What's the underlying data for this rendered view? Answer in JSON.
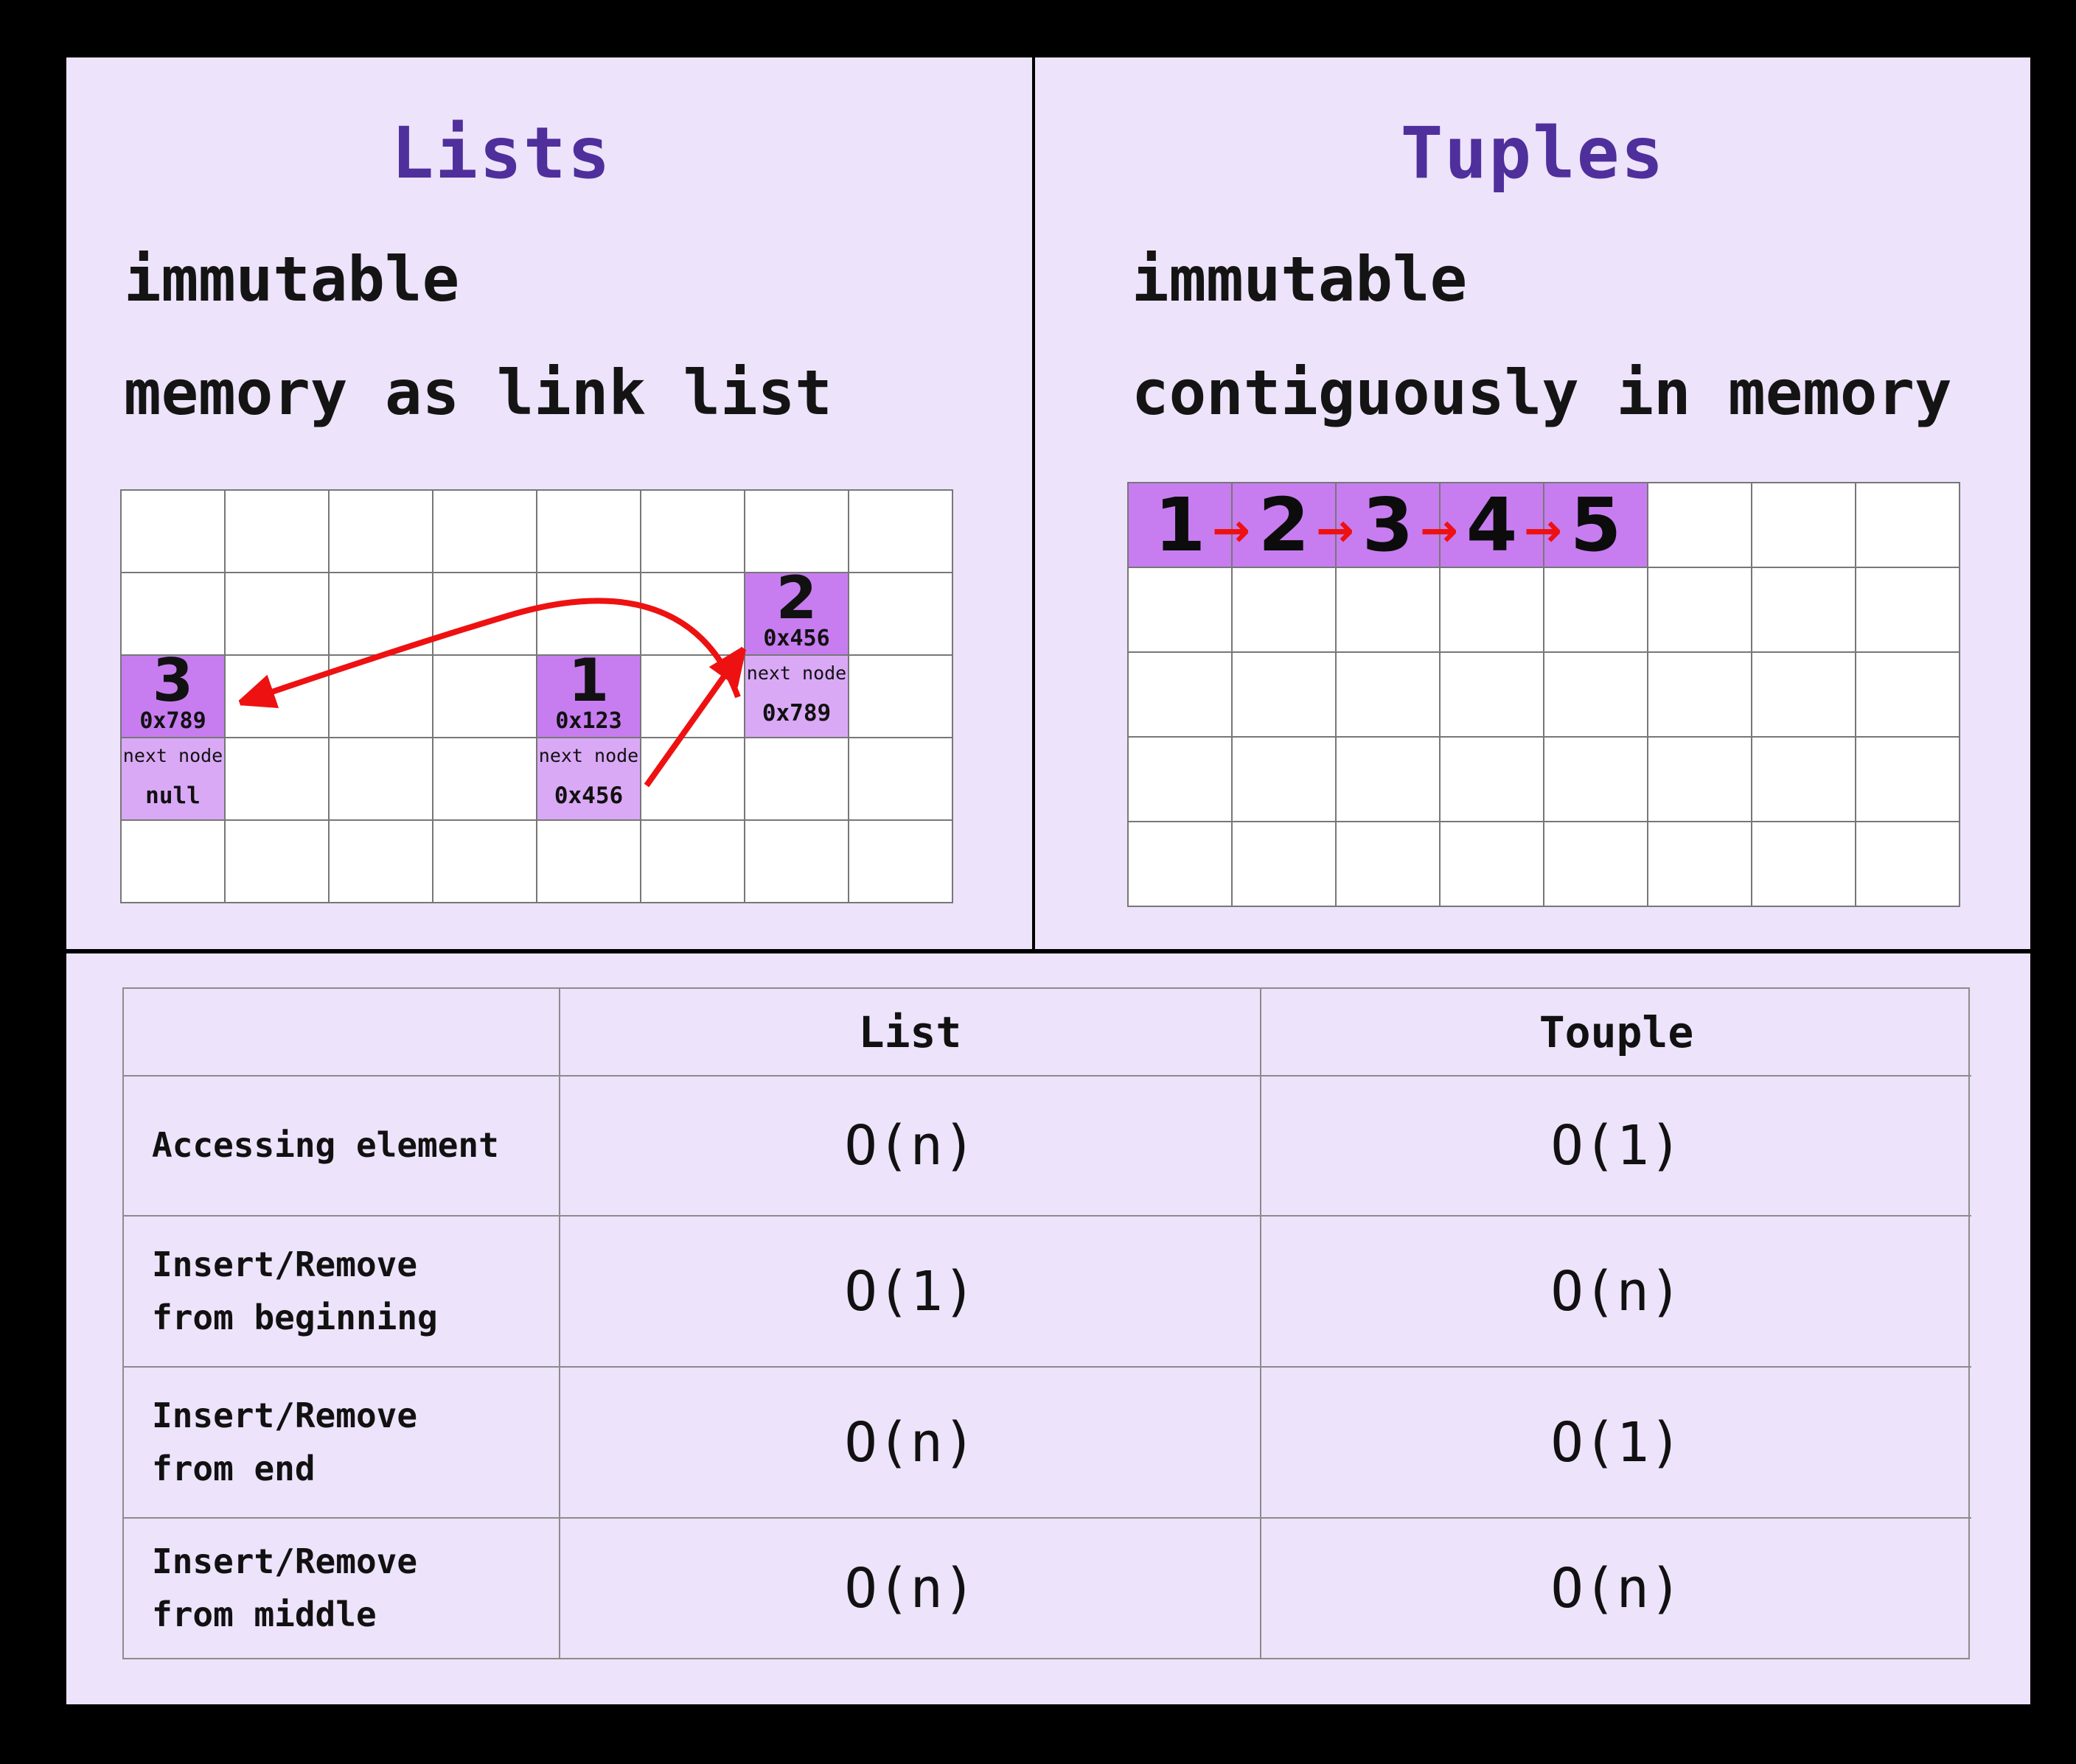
{
  "colors": {
    "background": "#000000",
    "panel": "#EDE3FA",
    "title_purple": "#4F2F9B",
    "node_cell_purple": "#C77DF0",
    "node_next_cell_purple": "#DAA9F6",
    "tuple_cell_purple": "#C77DF0",
    "arrow_red": "#EE1111",
    "grid_line_gray": "#777777",
    "table_line_gray": "#8C8C8C"
  },
  "lists_panel": {
    "title": "Lists",
    "property_line": "immutable",
    "memory_line": "memory as link list",
    "grid": {
      "columns": 8,
      "rows": 5
    },
    "nodes": [
      {
        "value": "3",
        "address": "0x789",
        "next_label": "next node",
        "next_value": "null"
      },
      {
        "value": "1",
        "address": "0x123",
        "next_label": "next node",
        "next_value": "0x456"
      },
      {
        "value": "2",
        "address": "0x456",
        "next_label": "next node",
        "next_value": "0x789"
      }
    ]
  },
  "tuples_panel": {
    "title": "Tuples",
    "property_line": "immutable",
    "memory_line": "contiguously in memory",
    "grid": {
      "columns": 8,
      "rows": 5
    },
    "cells": [
      "1",
      "2",
      "3",
      "4",
      "5"
    ],
    "arrow_glyph": "→"
  },
  "comparison_table": {
    "headers": [
      "",
      "List",
      "Touple"
    ],
    "rows": [
      {
        "label": "Accessing element",
        "list": "O(n)",
        "touple": "O(1)"
      },
      {
        "label": "Insert/Remove\nfrom beginning",
        "list": "O(1)",
        "touple": "O(n)"
      },
      {
        "label": "Insert/Remove\nfrom end",
        "list": "O(n)",
        "touple": "O(1)"
      },
      {
        "label": "Insert/Remove\nfrom middle",
        "list": "O(n)",
        "touple": "O(n)"
      }
    ]
  }
}
